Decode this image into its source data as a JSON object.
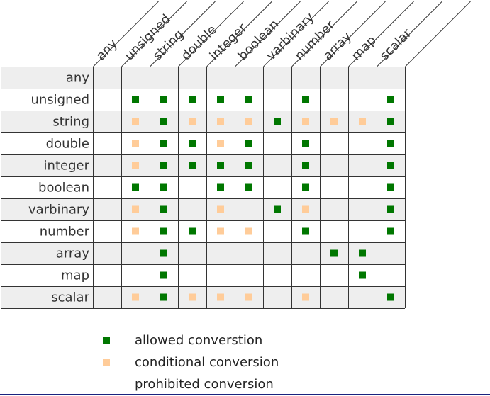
{
  "colors": {
    "allowed": "#007700",
    "conditional": "#ffcc99",
    "row_shade": "#eeeeee",
    "grid": "#333333"
  },
  "columns": [
    "any",
    "unsigned",
    "string",
    "double",
    "integer",
    "boolean",
    "varbinary",
    "number",
    "array",
    "map",
    "scalar"
  ],
  "rows": [
    {
      "label": "any",
      "cells": [
        "-",
        "-",
        "-",
        "-",
        "-",
        "-",
        "-",
        "-",
        "-",
        "-",
        "-"
      ]
    },
    {
      "label": "unsigned",
      "cells": [
        "-",
        "A",
        "A",
        "A",
        "A",
        "A",
        "-",
        "A",
        "-",
        "-",
        "A"
      ]
    },
    {
      "label": "string",
      "cells": [
        "-",
        "C",
        "A",
        "C",
        "C",
        "C",
        "A",
        "C",
        "C",
        "C",
        "A"
      ]
    },
    {
      "label": "double",
      "cells": [
        "-",
        "C",
        "A",
        "A",
        "C",
        "A",
        "-",
        "A",
        "-",
        "-",
        "A"
      ]
    },
    {
      "label": "integer",
      "cells": [
        "-",
        "C",
        "A",
        "A",
        "A",
        "A",
        "-",
        "A",
        "-",
        "-",
        "A"
      ]
    },
    {
      "label": "boolean",
      "cells": [
        "-",
        "A",
        "A",
        "-",
        "A",
        "A",
        "-",
        "A",
        "-",
        "-",
        "A"
      ]
    },
    {
      "label": "varbinary",
      "cells": [
        "-",
        "C",
        "A",
        "-",
        "C",
        "-",
        "A",
        "C",
        "-",
        "-",
        "A"
      ]
    },
    {
      "label": "number",
      "cells": [
        "-",
        "C",
        "A",
        "A",
        "C",
        "C",
        "-",
        "A",
        "-",
        "-",
        "A"
      ]
    },
    {
      "label": "array",
      "cells": [
        "-",
        "-",
        "A",
        "-",
        "-",
        "-",
        "-",
        "-",
        "A",
        "A",
        "-"
      ]
    },
    {
      "label": "map",
      "cells": [
        "-",
        "-",
        "A",
        "-",
        "-",
        "-",
        "-",
        "-",
        "-",
        "A",
        "-"
      ]
    },
    {
      "label": "scalar",
      "cells": [
        "-",
        "C",
        "A",
        "C",
        "C",
        "C",
        "-",
        "C",
        "-",
        "-",
        "A"
      ]
    }
  ],
  "legend": {
    "allowed": "allowed converstion",
    "conditional": "conditional conversion",
    "prohibited": "prohibited conversion"
  }
}
